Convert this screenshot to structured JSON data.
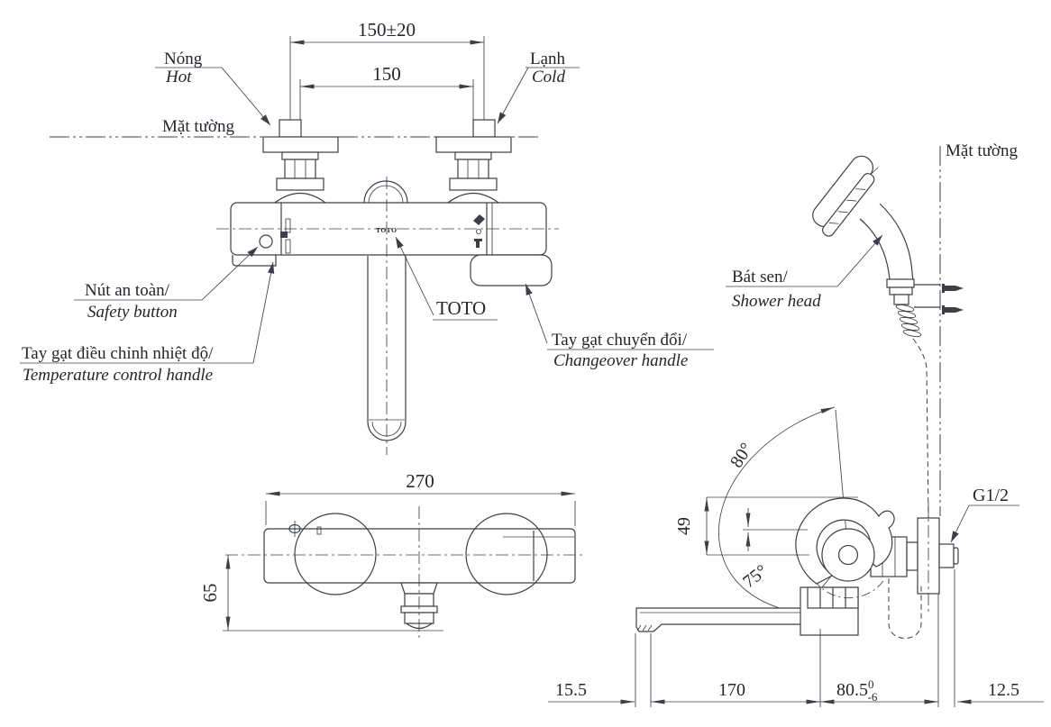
{
  "colors": {
    "line": "#3c4046",
    "text": "#23262b",
    "background": "#ffffff"
  },
  "front_view": {
    "wall_label": "Mặt tường",
    "hot_label": "Nóng",
    "hot_label_en": "Hot",
    "cold_label": "Lạnh",
    "cold_label_en": "Cold",
    "safety_label": "Nút an toàn/",
    "safety_label_en": "Safety button",
    "temp_label": "Tay gạt điều chỉnh nhiệt độ/",
    "temp_label_en": "Temperature control handle",
    "brand_label": "TOTO",
    "brand_mark": "TOTO",
    "changeover_label": "Tay gạt chuyển đổi/",
    "changeover_label_en": "Changeover handle",
    "dim_pitch_tolerance": "150±20",
    "dim_pitch": "150"
  },
  "top_view": {
    "dim_width": "270",
    "dim_depth": "65"
  },
  "side_view": {
    "wall_label": "Mặt tường",
    "shower_label": "Bát sen/",
    "shower_label_en": "Shower head",
    "thread_label": "G1/2",
    "dim_angle_upper": "80°",
    "dim_angle_lower": "75°",
    "dim_handle_height": "49",
    "dim_spout_tip": "15.5",
    "dim_spout_reach": "170",
    "dim_wall_distance": "80.5",
    "dim_wall_tol_upper": "0",
    "dim_wall_tol_lower": "-6",
    "dim_protrusion": "12.5"
  }
}
